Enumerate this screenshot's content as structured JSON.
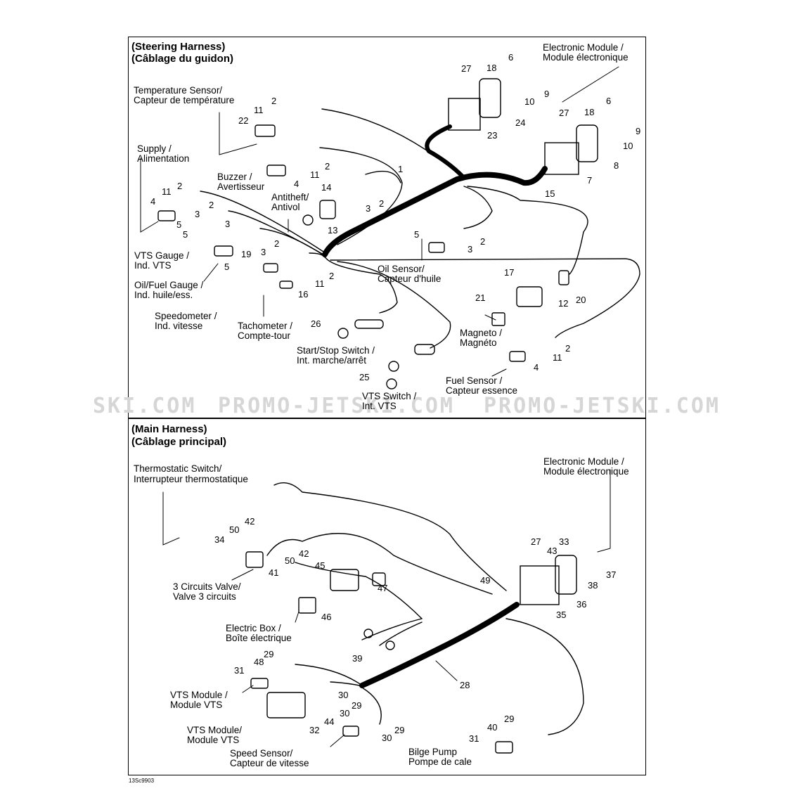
{
  "steering": {
    "title_en": "(Steering Harness)",
    "title_fr": "(Câblage du guidon)",
    "labels": [
      {
        "en": "Electronic Module /",
        "fr": "Module électronique"
      },
      {
        "en": "Temperature Sensor/",
        "fr": "Capteur de température"
      },
      {
        "en": "Supply /",
        "fr": "Alimentation"
      },
      {
        "en": "Buzzer /",
        "fr": "Avertisseur"
      },
      {
        "en": "Antitheft/",
        "fr": "Antivol"
      },
      {
        "en": "VTS Gauge /",
        "fr": "Ind. VTS"
      },
      {
        "en": "Oil/Fuel Gauge /",
        "fr": "Ind. huile/ess."
      },
      {
        "en": "Oil Sensor/",
        "fr": "Capteur d'huile"
      },
      {
        "en": "Speedometer /",
        "fr": "Ind. vitesse"
      },
      {
        "en": "Tachometer /",
        "fr": "Compte-tour"
      },
      {
        "en": "Magneto /",
        "fr": "Magnéto"
      },
      {
        "en": "Start/Stop Switch /",
        "fr": "Int. marche/arrêt"
      },
      {
        "en": "Fuel Sensor /",
        "fr": "Capteur essence"
      },
      {
        "en": "VTS Switch /",
        "fr": "Int. VTS"
      }
    ],
    "numbers": [
      "6",
      "18",
      "27",
      "9",
      "10",
      "24",
      "23",
      "6",
      "18",
      "27",
      "9",
      "10",
      "8",
      "7",
      "15",
      "1",
      "2",
      "11",
      "22",
      "11",
      "2",
      "4",
      "2",
      "11",
      "4",
      "2",
      "3",
      "14",
      "3",
      "2",
      "5",
      "3",
      "13",
      "2",
      "5",
      "3",
      "19",
      "5",
      "2",
      "11",
      "16",
      "5",
      "3",
      "2",
      "17",
      "21",
      "20",
      "12",
      "26",
      "2",
      "11",
      "4",
      "25"
    ]
  },
  "main": {
    "title_en": "(Main Harness)",
    "title_fr": "(Câblage principal)",
    "labels": [
      {
        "en": "Thermostatic Switch/",
        "fr": "Interrupteur thermostatique"
      },
      {
        "en": "Electronic Module /",
        "fr": "Module électronique"
      },
      {
        "en": "3 Circuits Valve/",
        "fr": "Valve 3 circuits"
      },
      {
        "en": "Electric Box /",
        "fr": "Boîte électrique"
      },
      {
        "en": "VTS Module /",
        "fr": "Module VTS"
      },
      {
        "en": "VTS Module/",
        "fr": "Module VTS"
      },
      {
        "en": "Speed Sensor/",
        "fr": "Capteur de vitesse"
      },
      {
        "en": "Bilge Pump",
        "fr": "Pompe de cale"
      }
    ],
    "numbers": [
      "42",
      "50",
      "34",
      "42",
      "50",
      "41",
      "45",
      "47",
      "46",
      "27",
      "33",
      "43",
      "37",
      "38",
      "49",
      "36",
      "35",
      "39",
      "28",
      "29",
      "48",
      "31",
      "30",
      "29",
      "30",
      "32",
      "44",
      "29",
      "30",
      "29",
      "40",
      "31"
    ]
  },
  "watermark": [
    "SKI.COM",
    "PROMO-JETSKI.COM",
    "PROMO-JETSKI.COM"
  ],
  "figure_code": "13Sc9903",
  "colors": {
    "line": "#000000",
    "watermark": "#d6d6d6",
    "background": "#ffffff"
  }
}
